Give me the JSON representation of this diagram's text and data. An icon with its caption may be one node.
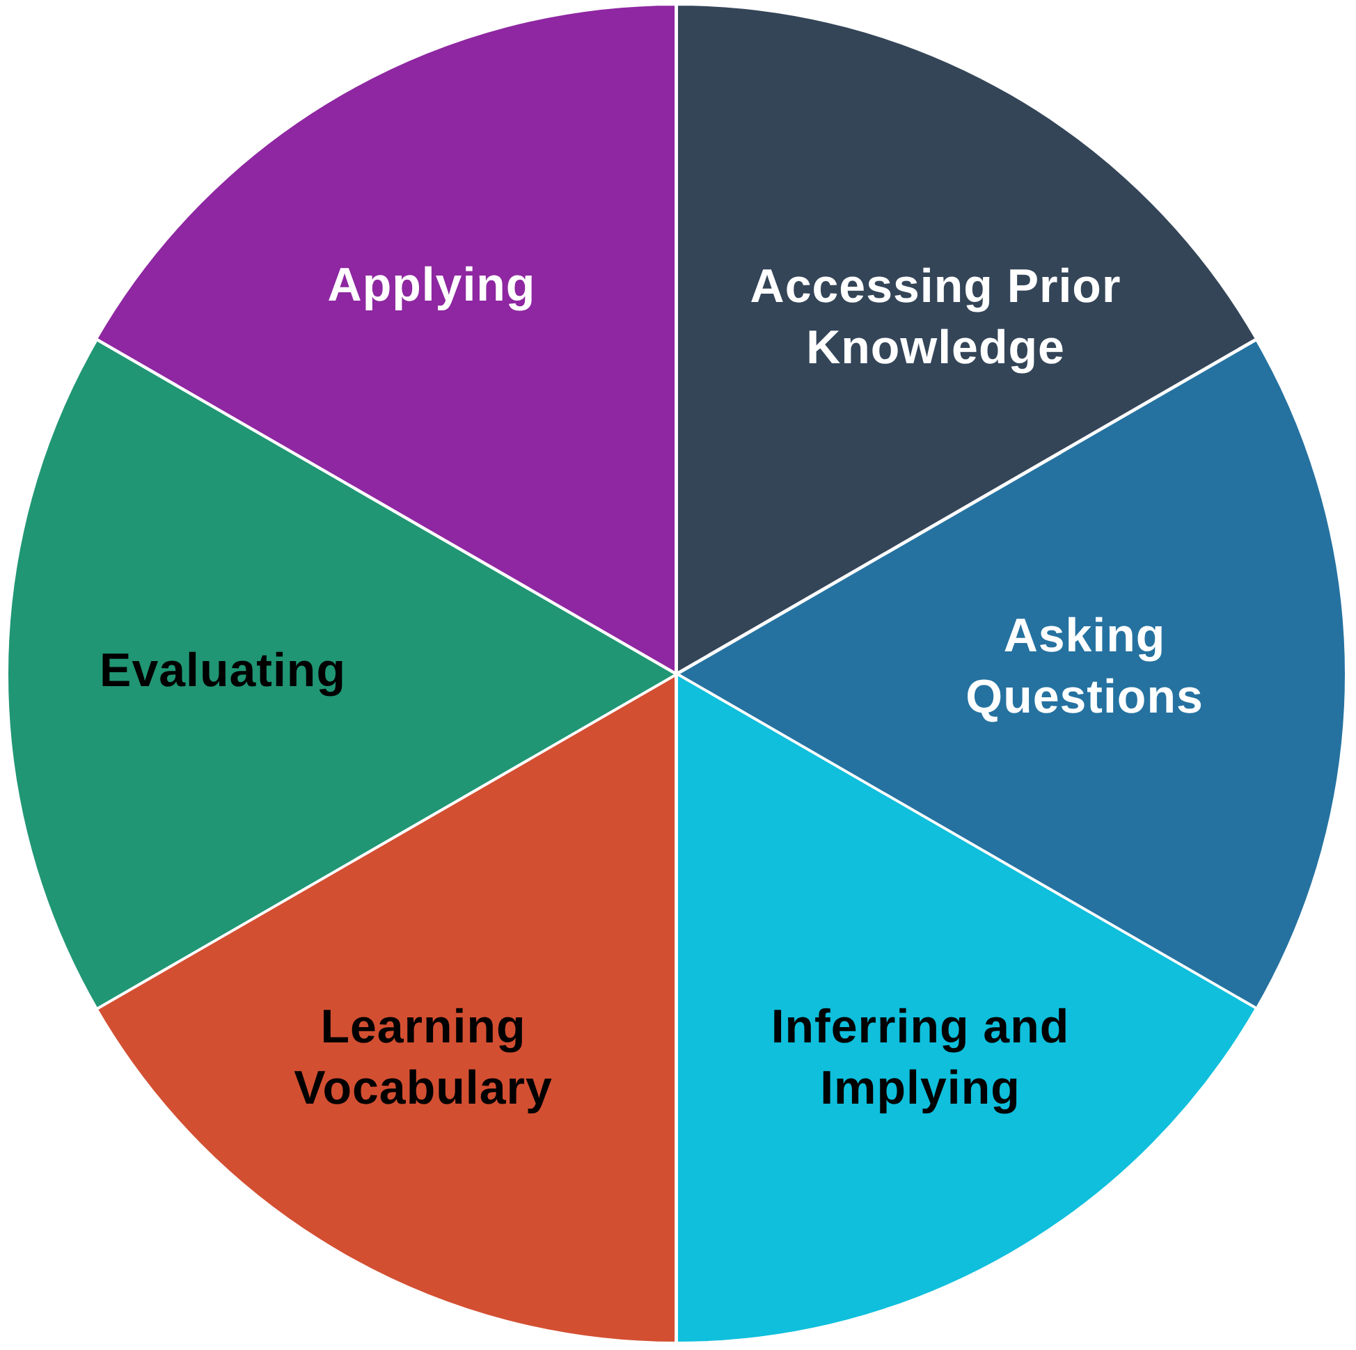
{
  "diagram": {
    "nodes": [
      {
        "text": [
          "Accessing Prior Knowledge"
        ]
      },
      {
        "text": [
          "Asking Questions"
        ]
      },
      {
        "text": [
          "Inferring and Implying"
        ]
      },
      {
        "text": [
          "Learning Vocabulary"
        ]
      },
      {
        "text": [
          "Evaluating"
        ]
      },
      {
        "text": [
          "Applying"
        ]
      }
    ]
  }
}
